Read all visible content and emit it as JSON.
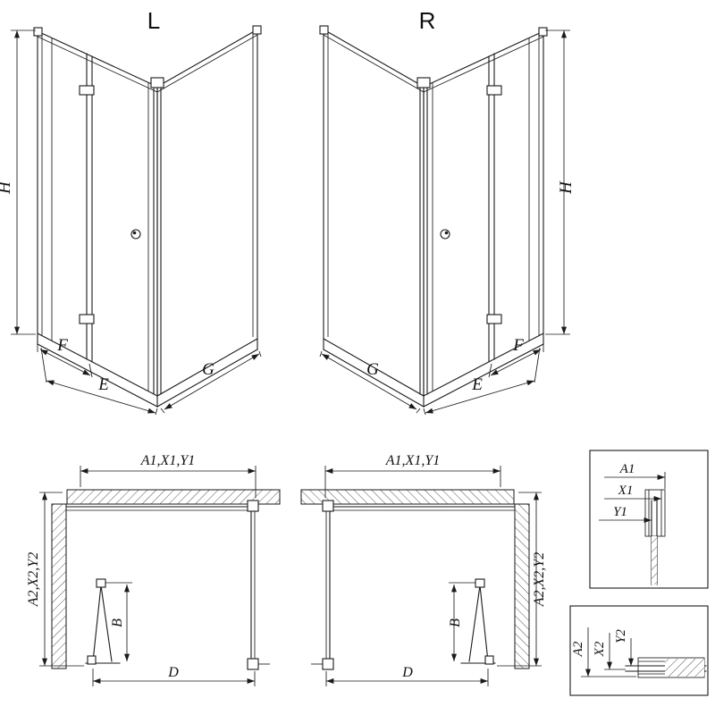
{
  "colors": {
    "background": "#ffffff",
    "line": "#1a1a1a",
    "hatch": "#555555"
  },
  "views": {
    "persp_left": {
      "title": "L",
      "h": "H",
      "f": "F",
      "e": "E",
      "g": "G"
    },
    "persp_right": {
      "title": "R",
      "h": "H",
      "f": "F",
      "e": "E",
      "g": "G"
    },
    "plan_left": {
      "width_dim": "A1,X1,Y1",
      "depth_dim": "A2,X2,Y2",
      "b": "B",
      "d": "D"
    },
    "plan_right": {
      "width_dim": "A1,X1,Y1",
      "depth_dim": "A2,X2,Y2",
      "b": "B",
      "d": "D"
    },
    "detail_top": {
      "a1": "A1",
      "x1": "X1",
      "y1": "Y1"
    },
    "detail_bottom": {
      "a2": "A2",
      "x2": "X2",
      "y2": "Y2"
    }
  }
}
